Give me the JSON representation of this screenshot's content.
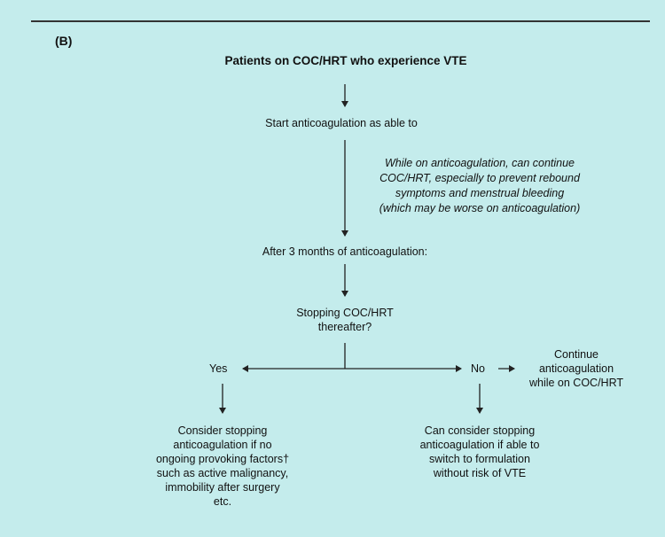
{
  "panel_label": "(B)",
  "title": "Patients on COC/HRT who experience VTE",
  "step_start": "Start anticoagulation as able to",
  "note_lines": [
    "While on anticoagulation, can continue",
    "COC/HRT, especially to prevent rebound",
    "symptoms and menstrual bleeding",
    "(which may be worse on anticoagulation)"
  ],
  "step_after": "After 3 months of anticoagulation:",
  "question_lines": [
    "Stopping COC/HRT",
    "thereafter?"
  ],
  "yes_label": "Yes",
  "no_label": "No",
  "continue_lines": [
    "Continue",
    "anticoagulation",
    "while on COC/HRT"
  ],
  "yes_outcome_lines": [
    "Consider stopping",
    "anticoagulation if no",
    "ongoing provoking factors†",
    "such as active malignancy,",
    "immobility after surgery",
    "etc."
  ],
  "no_outcome_lines": [
    "Can consider stopping",
    "anticoagulation if able to",
    "switch to formulation",
    "without risk of VTE"
  ]
}
